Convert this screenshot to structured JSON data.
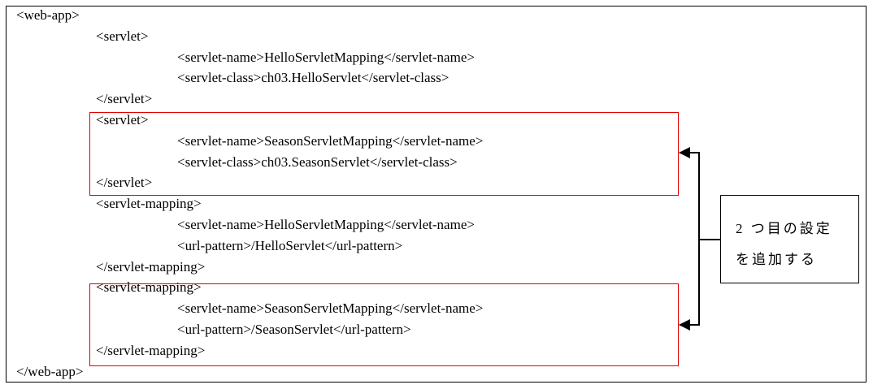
{
  "code_lines": [
    {
      "indent": 0,
      "text": "<web-app>"
    },
    {
      "indent": 1,
      "text": "<servlet>"
    },
    {
      "indent": 2,
      "text": "<servlet-name>HelloServletMapping</servlet-name>"
    },
    {
      "indent": 2,
      "text": "<servlet-class>ch03.HelloServlet</servlet-class>"
    },
    {
      "indent": 1,
      "text": "</servlet>"
    },
    {
      "indent": 1,
      "text": "<servlet>"
    },
    {
      "indent": 2,
      "text": "<servlet-name>SeasonServletMapping</servlet-name>"
    },
    {
      "indent": 2,
      "text": "<servlet-class>ch03.SeasonServlet</servlet-class>"
    },
    {
      "indent": 1,
      "text": "</servlet>"
    },
    {
      "indent": 1,
      "text": "<servlet-mapping>"
    },
    {
      "indent": 2,
      "text": "<servlet-name>HelloServletMapping</servlet-name>"
    },
    {
      "indent": 2,
      "text": "<url-pattern>/HelloServlet</url-pattern>"
    },
    {
      "indent": 1,
      "text": "</servlet-mapping>"
    },
    {
      "indent": 1,
      "text": "<servlet-mapping>"
    },
    {
      "indent": 2,
      "text": "<servlet-name>SeasonServletMapping</servlet-name>"
    },
    {
      "indent": 2,
      "text": "<url-pattern>/SeasonServlet</url-pattern>"
    },
    {
      "indent": 1,
      "text": "</servlet-mapping>"
    },
    {
      "indent": 0,
      "text": "</web-app>"
    }
  ],
  "callout": {
    "line1": "2 つ目の設定",
    "line2": "を追加する"
  },
  "colors": {
    "highlight": "#e00000",
    "text": "#000000"
  }
}
